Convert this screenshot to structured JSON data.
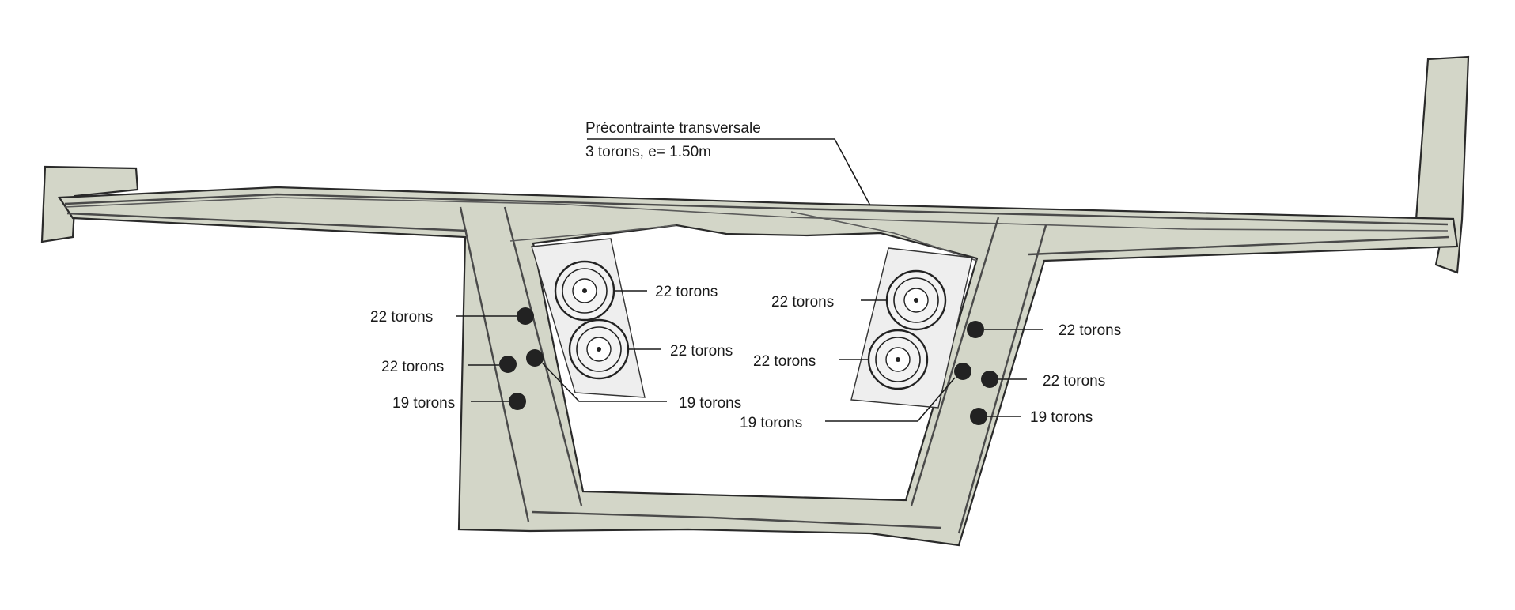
{
  "transverse_prestress": {
    "line1": "Précontrainte transversale",
    "line2": "3 torons, e= 1.50m"
  },
  "labels": {
    "left_web_top": "22 torons",
    "left_web_mid": "22 torons",
    "left_web_bot": "19 torons",
    "left_block_top": "22 torons",
    "left_block_bot": "22 torons",
    "left_inner_19": "19 torons",
    "right_block_top": "22 torons",
    "right_block_bot": "22 torons",
    "right_inner_19": "19 torons",
    "right_web_top": "22 torons",
    "right_web_mid": "22 torons",
    "right_web_bot": "19 torons"
  }
}
